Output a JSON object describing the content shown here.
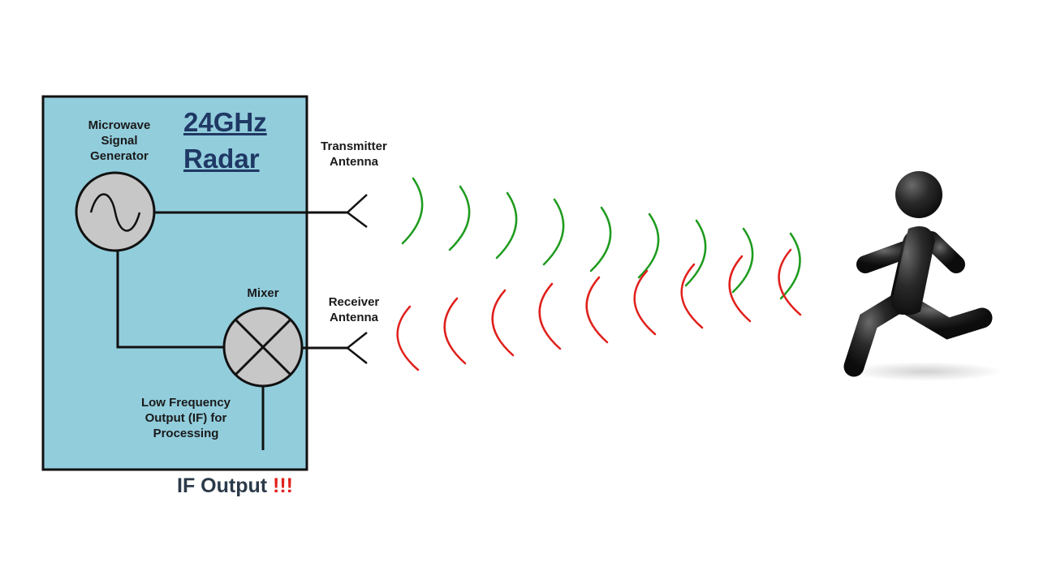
{
  "title": "24GHz\nRadar",
  "labels": {
    "generator": "Microwave\nSignal\nGenerator",
    "mixer": "Mixer",
    "tx_antenna": "Transmitter\nAntenna",
    "rx_antenna": "Receiver\nAntenna",
    "if_note": "Low Frequency\nOutput (IF) for\nProcessing"
  },
  "if_output": {
    "text": "IF Output ",
    "emphasis": "!!!"
  },
  "colors": {
    "box_fill": "#92cddc",
    "transmit_wave": "#1e9b1e",
    "receive_wave": "#e0201c",
    "title": "#1f3864",
    "figure": "#1c1c1c"
  }
}
